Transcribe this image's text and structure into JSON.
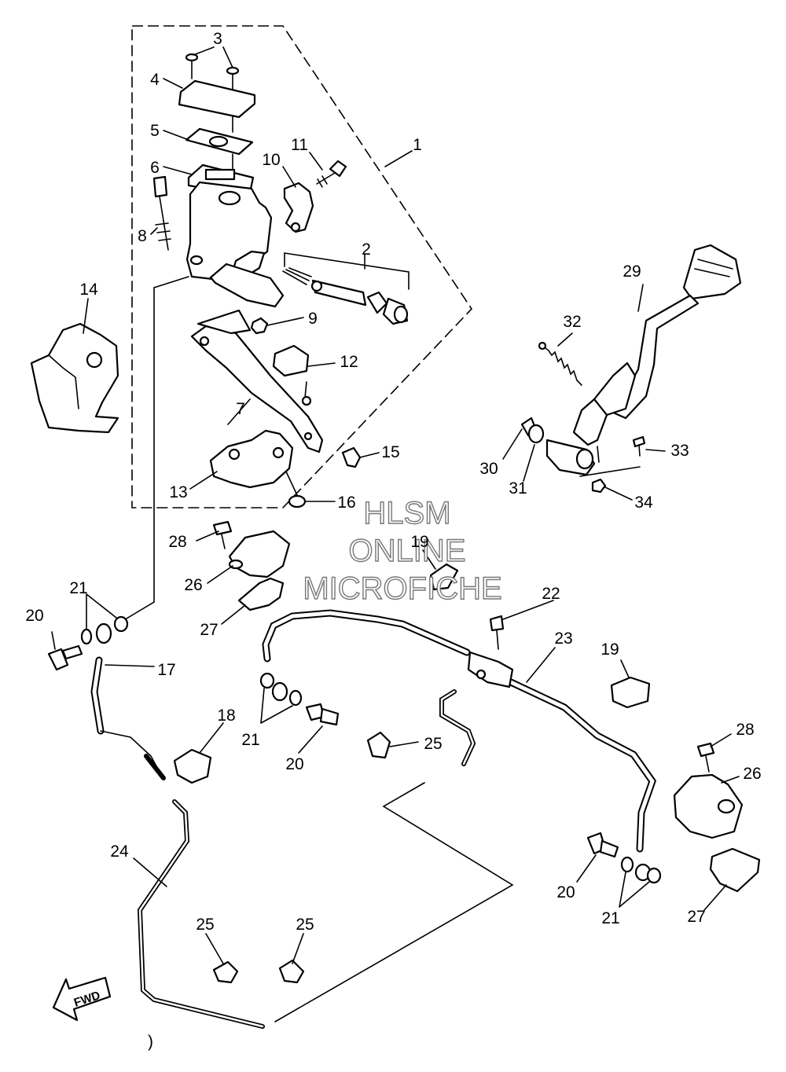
{
  "callouts": [
    "1",
    "2",
    "3",
    "4",
    "5",
    "6",
    "7",
    "8",
    "9",
    "10",
    "11",
    "12",
    "13",
    "14",
    "15",
    "16",
    "17",
    "18",
    "19",
    "19",
    "20",
    "20",
    "20",
    "21",
    "21",
    "21",
    "22",
    "23",
    "24",
    "25",
    "25",
    "25",
    "26",
    "26",
    "27",
    "27",
    "28",
    "28",
    "29",
    "30",
    "31",
    "32",
    "33",
    "34"
  ],
  "watermark": {
    "line1": "HLSM",
    "line2": "ONLINE",
    "line3": "MICROFICHE"
  },
  "direction_arrow": {
    "label": "FWD",
    "icon": "fwd-arrow-icon"
  }
}
